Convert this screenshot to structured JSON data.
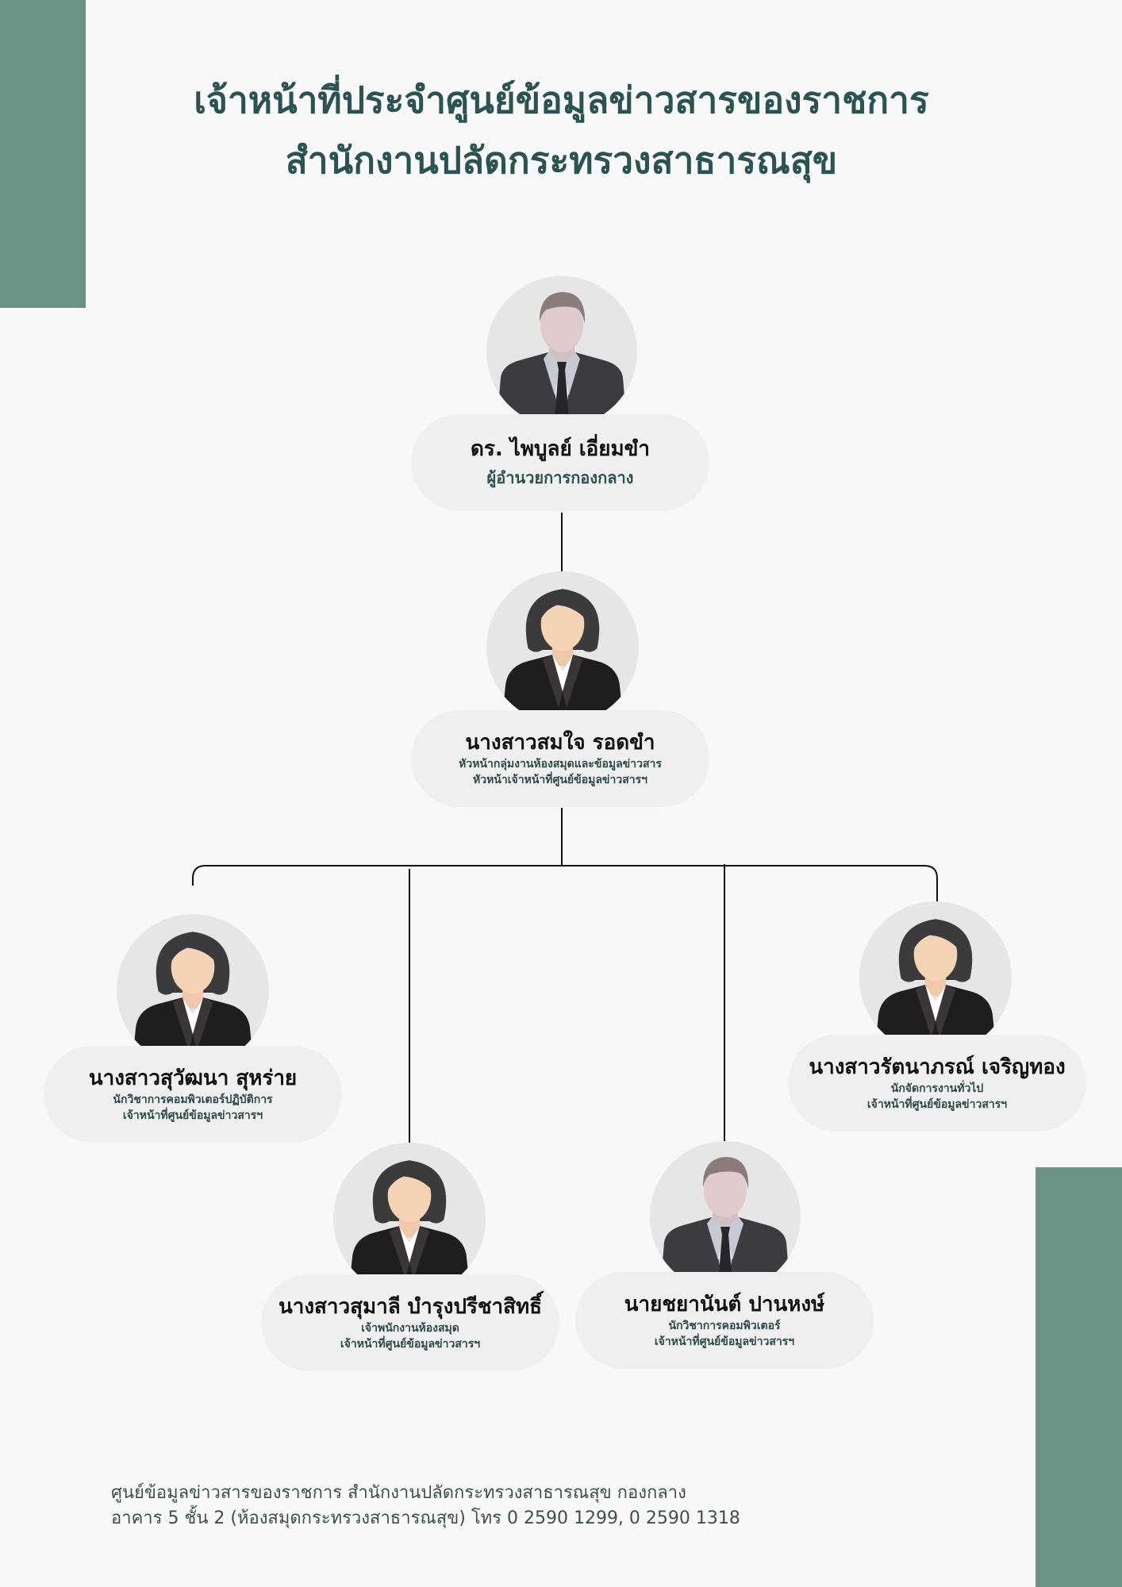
{
  "title": {
    "line1": "เจ้าหน้าที่ประจำศูนย์ข้อมูลข่าวสารของราชการ",
    "line2": "สำนักงานปลัดกระทรวงสาธารณสุข"
  },
  "people": {
    "director": {
      "name": "ดร. ไพบูลย์ เอี่ยมขำ",
      "role": "ผู้อำนวยการกองกลาง",
      "icon": "male-avatar-icon"
    },
    "head": {
      "name": "นางสาวสมใจ รอดขำ",
      "role1": "หัวหน้ากลุ่มงานห้องสมุดและข้อมูลข่าวสาร",
      "role2": "หัวหน้าเจ้าหน้าที่ศูนย์ข้อมูลข่าวสารฯ",
      "icon": "female-avatar-icon"
    },
    "staff1": {
      "name": "นางสาวสุวัฒนา สุหร่าย",
      "role1": "นักวิชาการคอมพิวเตอร์ปฏิบัติการ",
      "role2": "เจ้าหน้าที่ศูนย์ข้อมูลข่าวสารฯ",
      "icon": "female-avatar-icon"
    },
    "staff2": {
      "name": "นางสาวสุมาลี บำรุงปรีชาสิทธิ์",
      "role1": "เจ้าพนักงานห้องสมุด",
      "role2": "เจ้าหน้าที่ศูนย์ข้อมูลข่าวสารฯ",
      "icon": "female-avatar-icon"
    },
    "staff3": {
      "name": "นายชยานันต์ ปานหงษ์",
      "role1": "นักวิชาการคอมพิวเตอร์",
      "role2": "เจ้าหน้าที่ศูนย์ข้อมูลข่าวสารฯ",
      "icon": "male-avatar-icon"
    },
    "staff4": {
      "name": "นางสาวรัตนาภรณ์ เจริญทอง",
      "role1": "นักจัดการงานทั่วไป",
      "role2": "เจ้าหน้าที่ศูนย์ข้อมูลข่าวสารฯ",
      "icon": "female-avatar-icon"
    }
  },
  "footer": {
    "line1": "ศูนย์ข้อมูลข่าวสารของราชการ สำนักงานปลัดกระทรวงสาธารณสุข  กองกลาง",
    "line2": "อาคาร 5 ชั้น 2 (ห้องสมุดกระทรวงสาธารณสุข)   โทร 0 2590 1299, 0 2590 1318"
  },
  "colors": {
    "accent": "#6b9384",
    "title": "#2b5352",
    "card": "#efefef",
    "avatar_bg": "#e6e6e6"
  }
}
